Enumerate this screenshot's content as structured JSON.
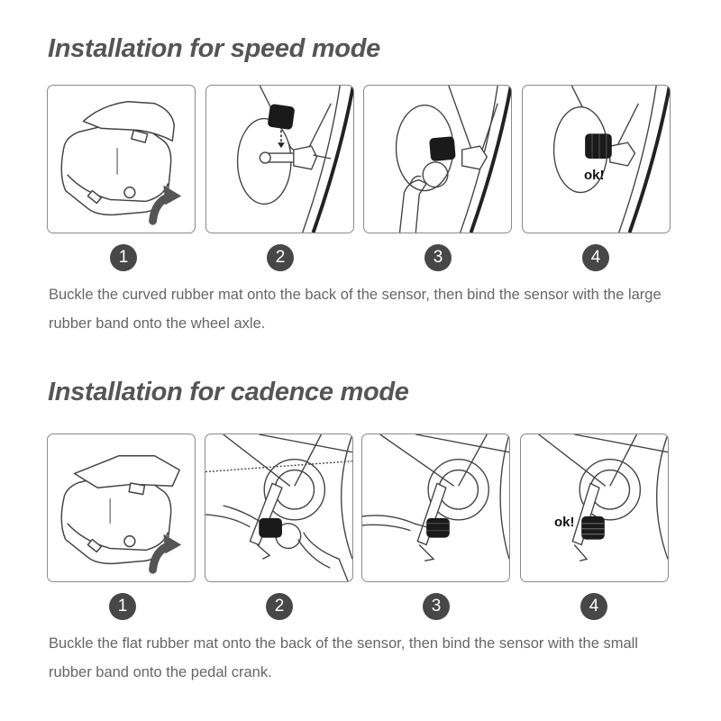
{
  "speed": {
    "title": "Installation for speed mode",
    "steps": [
      "1",
      "2",
      "3",
      "4"
    ],
    "ok_label": "ok!",
    "description": "Buckle the curved rubber mat onto the back of the sensor, then bind the sensor with the large rubber band onto the wheel axle."
  },
  "cadence": {
    "title": "Installation for cadence mode",
    "steps": [
      "1",
      "2",
      "3",
      "4"
    ],
    "ok_label": "ok!",
    "description": "Buckle the flat rubber mat onto the back of the sensor, then bind the sensor with the small rubber band onto the pedal crank."
  },
  "colors": {
    "title": "#555555",
    "step_circle": "#474747",
    "text": "#666666",
    "sensor": "#1a1a1a"
  }
}
